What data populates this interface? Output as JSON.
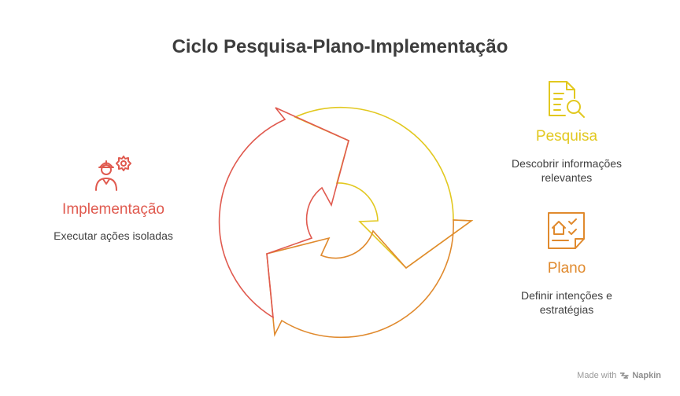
{
  "title": "Ciclo Pesquisa-Plano-Implementação",
  "colors": {
    "pesquisa": "#E2C81F",
    "plano": "#E08A2E",
    "implementacao": "#E05A4F",
    "title": "#3d3d3d",
    "text": "#3f3f3f"
  },
  "stages": {
    "pesquisa": {
      "heading": "Pesquisa",
      "description_line1": "Descobrir informações",
      "description_line2": "relevantes",
      "icon": "document-search-icon"
    },
    "plano": {
      "heading": "Plano",
      "description_line1": "Definir intenções e",
      "description_line2": "estratégias",
      "icon": "checklist-house-icon"
    },
    "implementacao": {
      "heading": "Implementação",
      "description_line1": "Executar ações isoladas",
      "icon": "worker-gear-icon"
    }
  },
  "footer": {
    "made_with": "Made with",
    "brand": "Napkin",
    "icon": "napkin-logo-icon"
  }
}
